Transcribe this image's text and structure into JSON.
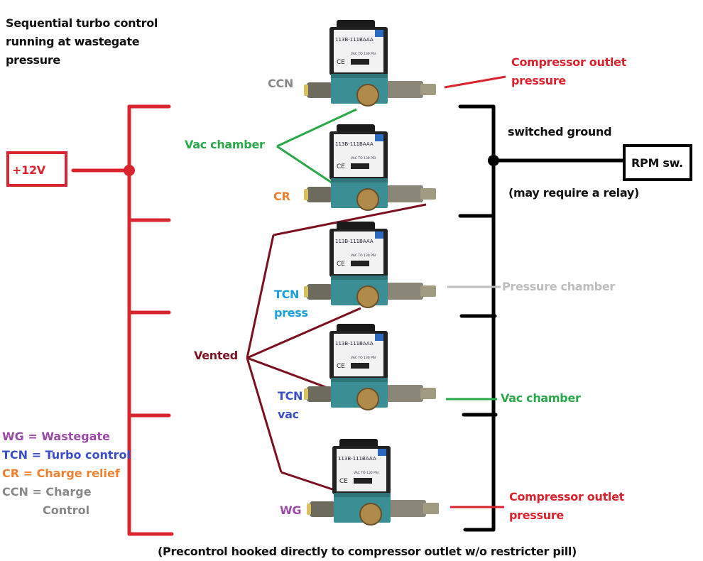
{
  "title": "Sequential turbo control running at wastegate pressure",
  "power_source": "+12V",
  "switch": {
    "label": "RPM sw.",
    "ground_label": "switched ground",
    "relay_note": "(may require a relay)"
  },
  "valves": [
    {
      "id": "CCN",
      "label": "CCN",
      "model": "113B-111BAAA",
      "spec": "VAC TO 130 PSI"
    },
    {
      "id": "CR",
      "label": "CR",
      "model": "113B-111BAAA",
      "spec": "VAC TO 130 PSI"
    },
    {
      "id": "TCN-press",
      "label_line1": "TCN",
      "label_line2": "press",
      "model": "113B-111BAAA",
      "spec": "VAC TO 130 PSI"
    },
    {
      "id": "TCN-vac",
      "label_line1": "TCN",
      "label_line2": "vac",
      "model": "113B-111BAAA",
      "spec": "VAC TO 130 PSI"
    },
    {
      "id": "WG",
      "label": "WG",
      "model": "113B-111BAAA",
      "spec": "VAC TO 130 PSI"
    }
  ],
  "connections": {
    "vac_chamber_left": "Vac chamber",
    "vented": "Vented",
    "ccn_outlet_line1": "Compressor outlet",
    "ccn_outlet_line2": "pressure",
    "tcn_press_outlet": "Pressure chamber",
    "tcn_vac_outlet": "Vac chamber",
    "wg_outlet_line1": "Compressor outlet",
    "wg_outlet_line2": "pressure"
  },
  "legend": [
    {
      "text": "WG = Wastegate",
      "color": "#9b4aa8"
    },
    {
      "text": "TCN = Turbo control",
      "color": "#3a4ec8"
    },
    {
      "text": "CR = Charge relief",
      "color": "#f08030"
    },
    {
      "text": "CCN = Charge",
      "color": "#888888"
    },
    {
      "text": "Control",
      "color": "#888888"
    }
  ],
  "footnote": "(Precontrol hooked directly to compressor outlet w/o restricter pill)",
  "colors": {
    "power": "#d9232e",
    "ground": "#000000",
    "vac": "#2aa84a",
    "vented": "#7b1020",
    "pressure_chamber": "#bdbdbd"
  }
}
